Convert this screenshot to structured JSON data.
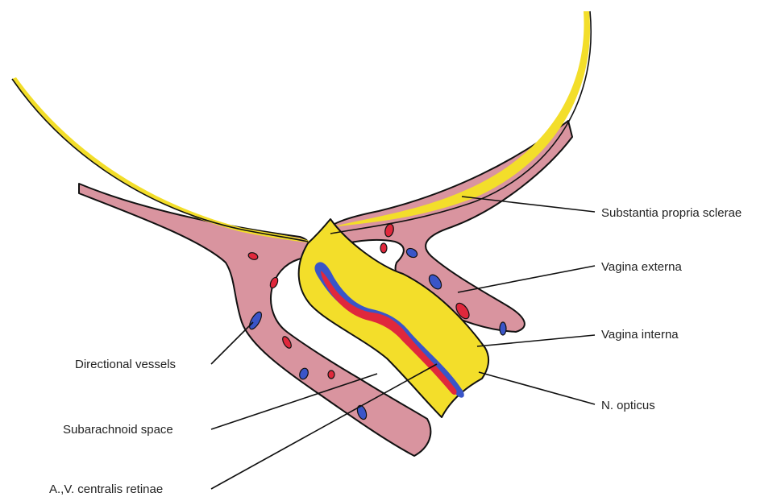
{
  "labels": {
    "sclera": "Substantia propria sclerae",
    "vagina_externa": "Vagina externa",
    "vagina_interna": "Vagina interna",
    "nerve": "N. opticus",
    "vessels": "Directional vessels",
    "subarachnoid": "Subarachnoid space",
    "central_vessels": "A.,V. centralis retinae"
  },
  "colors": {
    "sheath": "#d9949f",
    "retina": "#f3de2a",
    "artery": "#e0283c",
    "vein": "#3a55c8",
    "line": "#111111",
    "text": "#222222"
  }
}
